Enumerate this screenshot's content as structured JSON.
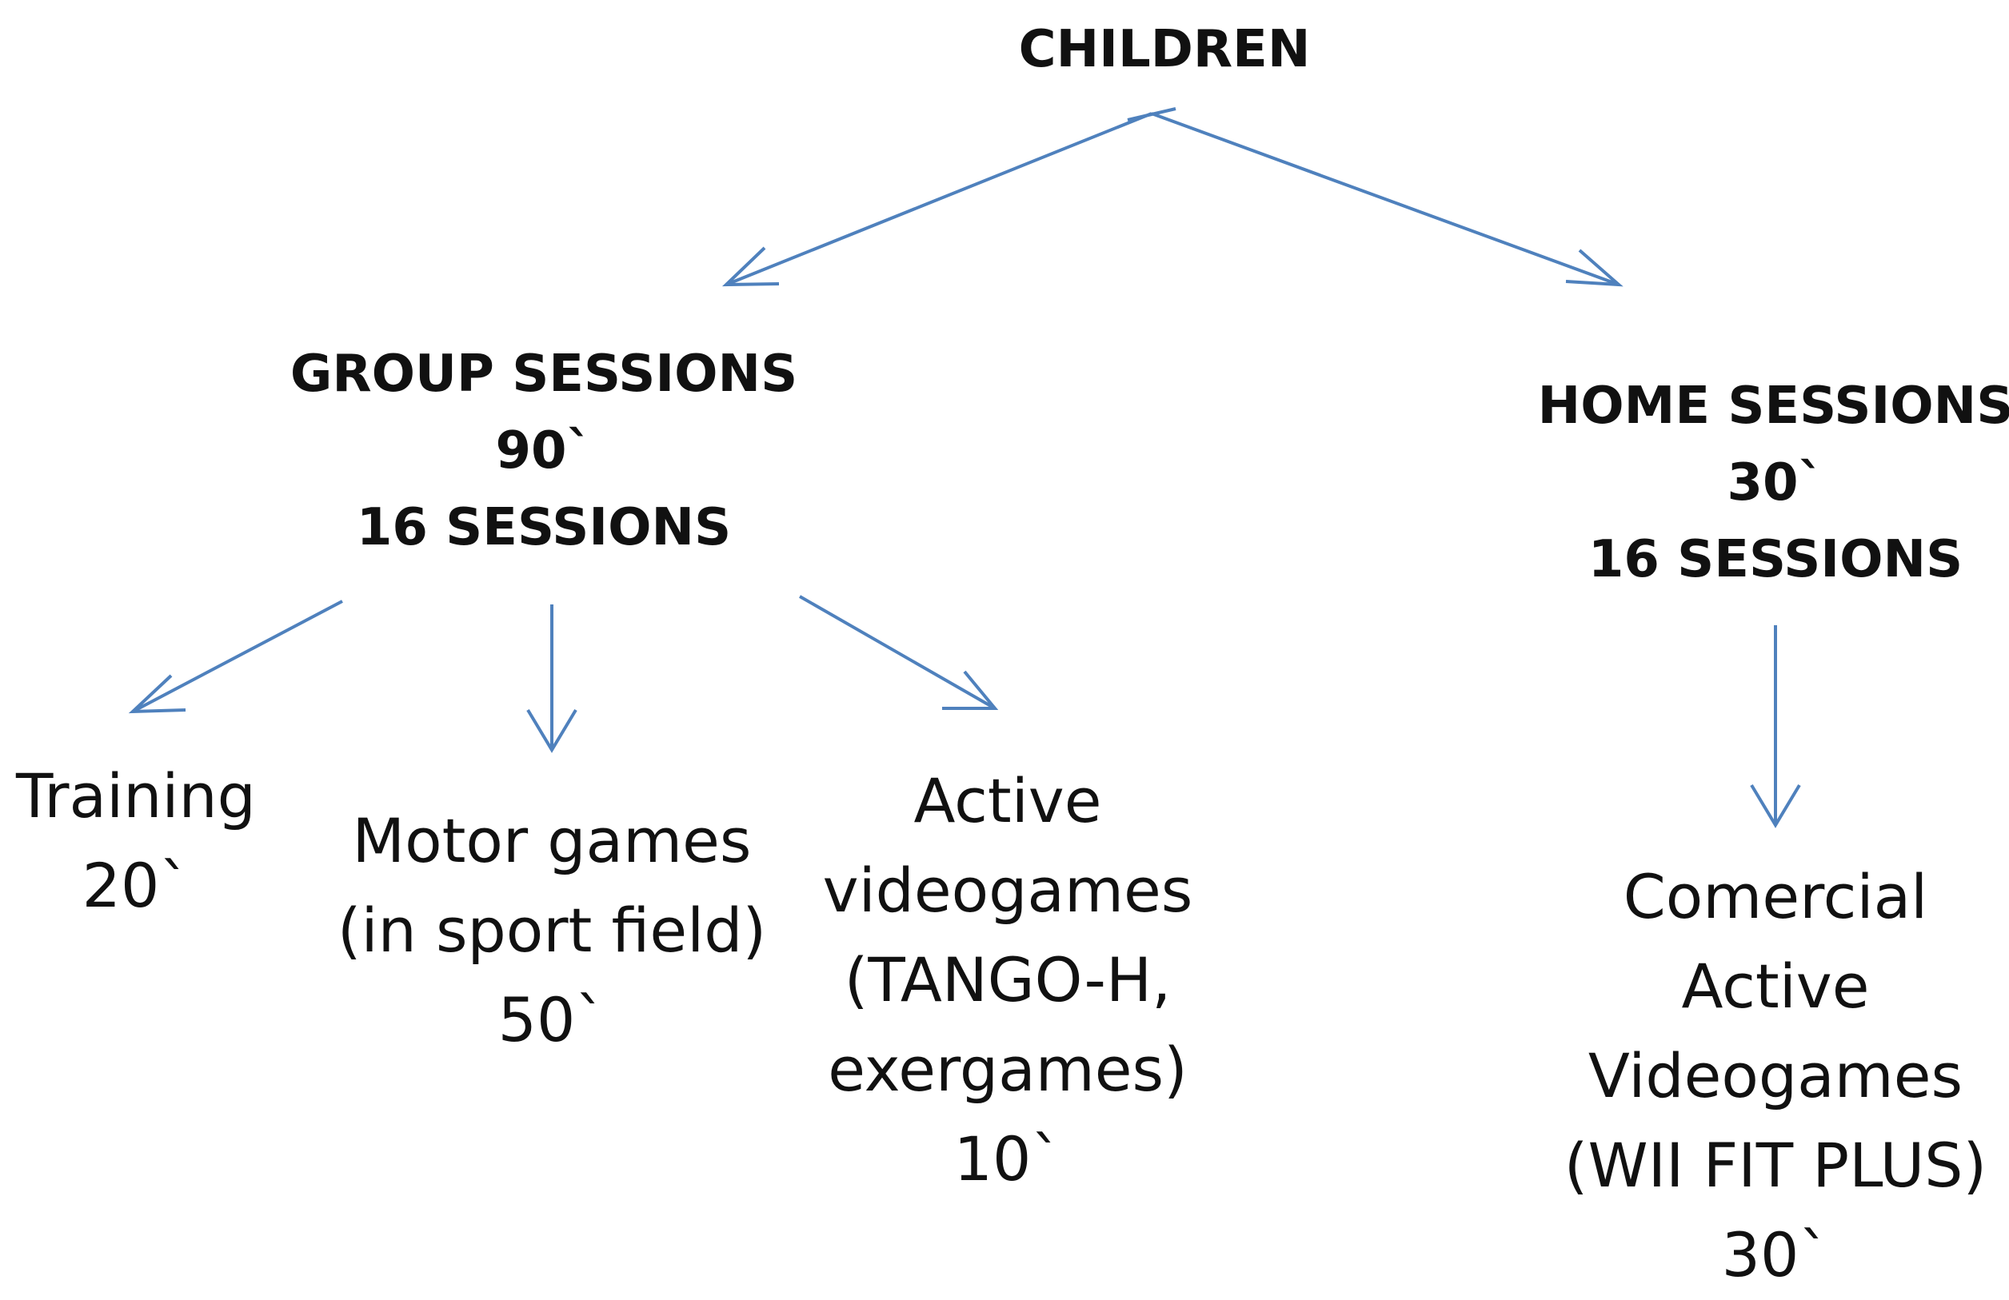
{
  "colors": {
    "arrow": "#4f81bd",
    "text": "#111111",
    "background": "#ffffff"
  },
  "nodes": {
    "root": {
      "lines": [
        "CHILDREN"
      ]
    },
    "group": {
      "lines": [
        "GROUP SESSIONS",
        "90`",
        "16 SESSIONS"
      ]
    },
    "home": {
      "lines": [
        "HOME SESSIONS",
        "30`",
        "16 SESSIONS"
      ]
    },
    "training": {
      "lines": [
        "Training",
        "20`"
      ]
    },
    "motor_games": {
      "lines": [
        "Motor games",
        "(in sport field)",
        "50`"
      ]
    },
    "active_videogames": {
      "lines": [
        "Active",
        "videogames",
        "(TANGO-H,",
        "exergames)",
        "10`"
      ]
    },
    "commercial": {
      "lines": [
        "Comercial",
        "Active",
        "Videogames",
        "(WII FIT PLUS)",
        "30`"
      ]
    }
  },
  "edges": [
    {
      "from": "root",
      "to": "group"
    },
    {
      "from": "root",
      "to": "home"
    },
    {
      "from": "group",
      "to": "training"
    },
    {
      "from": "group",
      "to": "motor_games"
    },
    {
      "from": "group",
      "to": "active_videogames"
    },
    {
      "from": "home",
      "to": "commercial"
    }
  ]
}
